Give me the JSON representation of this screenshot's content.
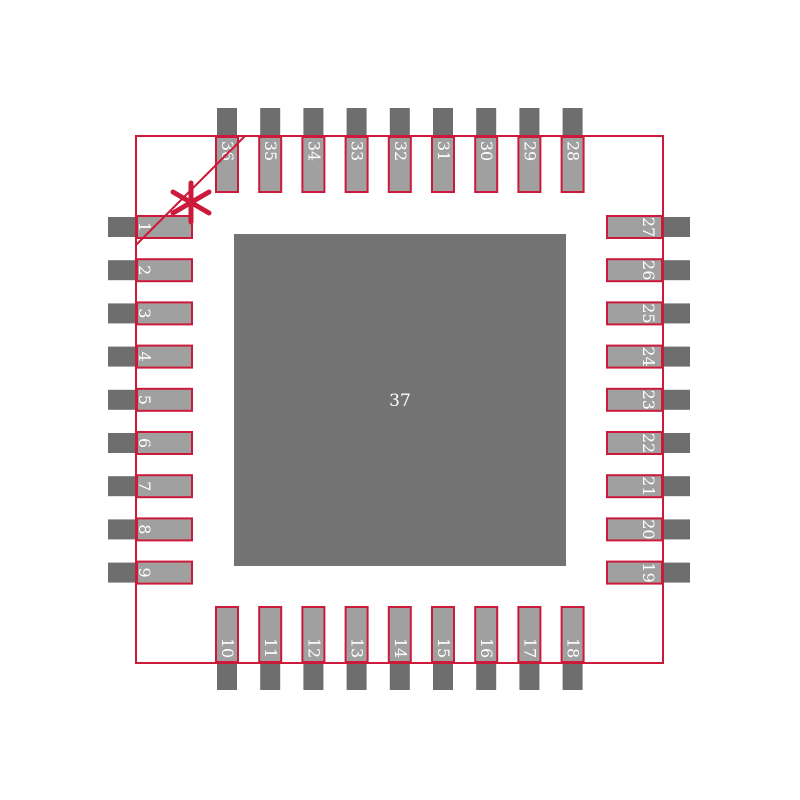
{
  "package": {
    "body_color": "#cc1a3a",
    "lead_color": "#6e6e6e",
    "pad_fill": "#a0a0a0",
    "pad_outline": "#cc1a3a",
    "exposed_pad_color": "#737373",
    "label_color": "#ffffff"
  },
  "pins": {
    "left": [
      "1",
      "2",
      "3",
      "4",
      "5",
      "6",
      "7",
      "8",
      "9"
    ],
    "bottom": [
      "10",
      "11",
      "12",
      "13",
      "14",
      "15",
      "16",
      "17",
      "18"
    ],
    "right": [
      "19",
      "20",
      "21",
      "22",
      "23",
      "24",
      "25",
      "26",
      "27"
    ],
    "top": [
      "28",
      "29",
      "30",
      "31",
      "32",
      "33",
      "34",
      "35",
      "36"
    ]
  },
  "exposed_pad": {
    "label": "37"
  },
  "pin1_marker": {
    "icon": "asterisk-pin1-marker-icon"
  }
}
